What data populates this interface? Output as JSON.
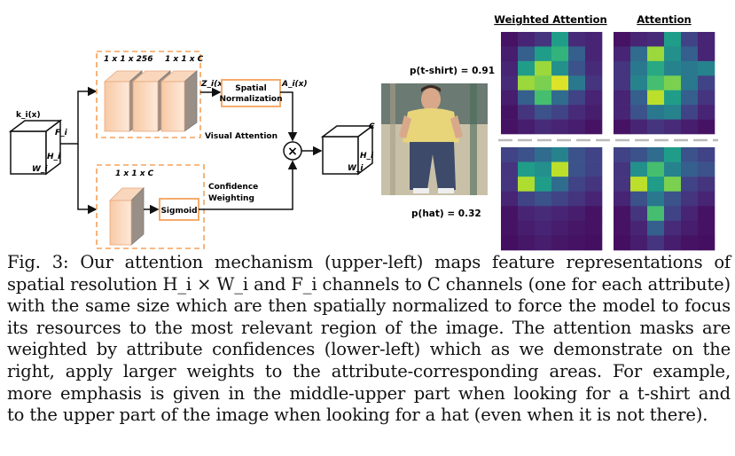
{
  "diagram": {
    "input_label": "k_i(x)",
    "input_fi": "F_i",
    "input_hi": "H_i",
    "input_wi": "W_i",
    "conv_top_a": "1 x 1 x 256",
    "conv_top_b": "1 x 1 x C",
    "conv_bottom": "1 x 1 x C",
    "z_label": "Z_i(x)",
    "a_label": "A_i(x)",
    "spatial_norm_line1": "Spatial",
    "spatial_norm_line2": "Normalization",
    "visual_attention": "Visual Attention",
    "sigmoid": "Sigmoid",
    "confidence_line1": "Confidence",
    "confidence_line2": "Weighting",
    "multiply_symbol": "×",
    "output_c": "C",
    "output_hi": "H_i",
    "output_wi": "W_i"
  },
  "example": {
    "col_weighted": "Weighted Attention",
    "col_attention": "Attention",
    "p_tshirt": "p(t-shirt) = 0.91",
    "p_hat": "p(hat) = 0.32",
    "photo": "person-photo",
    "heatmaps": {
      "tshirt_weighted": [
        [
          0.05,
          0.1,
          0.15,
          0.55,
          0.12,
          0.1
        ],
        [
          0.08,
          0.3,
          0.55,
          0.65,
          0.3,
          0.1
        ],
        [
          0.1,
          0.55,
          0.85,
          0.5,
          0.25,
          0.12
        ],
        [
          0.12,
          0.85,
          0.8,
          0.95,
          0.4,
          0.15
        ],
        [
          0.08,
          0.3,
          0.7,
          0.35,
          0.2,
          0.1
        ],
        [
          0.05,
          0.15,
          0.25,
          0.2,
          0.12,
          0.08
        ],
        [
          0.05,
          0.08,
          0.12,
          0.1,
          0.08,
          0.05
        ]
      ],
      "tshirt_attention": [
        [
          0.05,
          0.1,
          0.12,
          0.55,
          0.2,
          0.1
        ],
        [
          0.1,
          0.35,
          0.85,
          0.5,
          0.3,
          0.1
        ],
        [
          0.15,
          0.4,
          0.6,
          0.45,
          0.4,
          0.45
        ],
        [
          0.15,
          0.45,
          0.7,
          0.8,
          0.4,
          0.2
        ],
        [
          0.1,
          0.3,
          0.9,
          0.55,
          0.3,
          0.15
        ],
        [
          0.1,
          0.25,
          0.4,
          0.45,
          0.2,
          0.1
        ],
        [
          0.05,
          0.1,
          0.15,
          0.12,
          0.08,
          0.05
        ]
      ],
      "hat_weighted": [
        [
          0.2,
          0.25,
          0.35,
          0.45,
          0.25,
          0.2
        ],
        [
          0.15,
          0.55,
          0.5,
          0.9,
          0.25,
          0.2
        ],
        [
          0.15,
          0.88,
          0.55,
          0.35,
          0.2,
          0.15
        ],
        [
          0.1,
          0.2,
          0.25,
          0.2,
          0.15,
          0.1
        ],
        [
          0.05,
          0.1,
          0.12,
          0.1,
          0.08,
          0.05
        ],
        [
          0.05,
          0.08,
          0.1,
          0.08,
          0.06,
          0.05
        ],
        [
          0.04,
          0.06,
          0.08,
          0.06,
          0.05,
          0.04
        ]
      ],
      "hat_attention": [
        [
          0.2,
          0.25,
          0.35,
          0.55,
          0.25,
          0.2
        ],
        [
          0.15,
          0.5,
          0.7,
          0.45,
          0.3,
          0.25
        ],
        [
          0.15,
          0.9,
          0.55,
          0.8,
          0.2,
          0.15
        ],
        [
          0.1,
          0.25,
          0.4,
          0.25,
          0.15,
          0.1
        ],
        [
          0.05,
          0.15,
          0.7,
          0.2,
          0.1,
          0.05
        ],
        [
          0.05,
          0.1,
          0.3,
          0.12,
          0.08,
          0.05
        ],
        [
          0.04,
          0.08,
          0.15,
          0.08,
          0.05,
          0.04
        ]
      ]
    }
  },
  "caption": {
    "lines": [
      "Fig. 3: Our attention mechanism (upper-left) maps feature representations of",
      "spatial resolution H_i × W_i and F_i channels to C channels (one for each attribute)",
      "with the same size which are then spatially normalized to force the model to focus",
      "its resources to the most relevant region of the image. The attention masks are",
      "weighted by attribute confidences (lower-left) which as we demonstrate on the",
      "right, apply larger weights to the attribute-corresponding areas. For example,",
      "more emphasis is given in the middle-upper part when looking for a t-shirt and",
      "to the upper part of the image when looking for a hat (even when it is not there)."
    ]
  },
  "colors": {
    "orange": "#f5a25d",
    "orange_fill": "#fbdcc4",
    "line": "#111111"
  }
}
